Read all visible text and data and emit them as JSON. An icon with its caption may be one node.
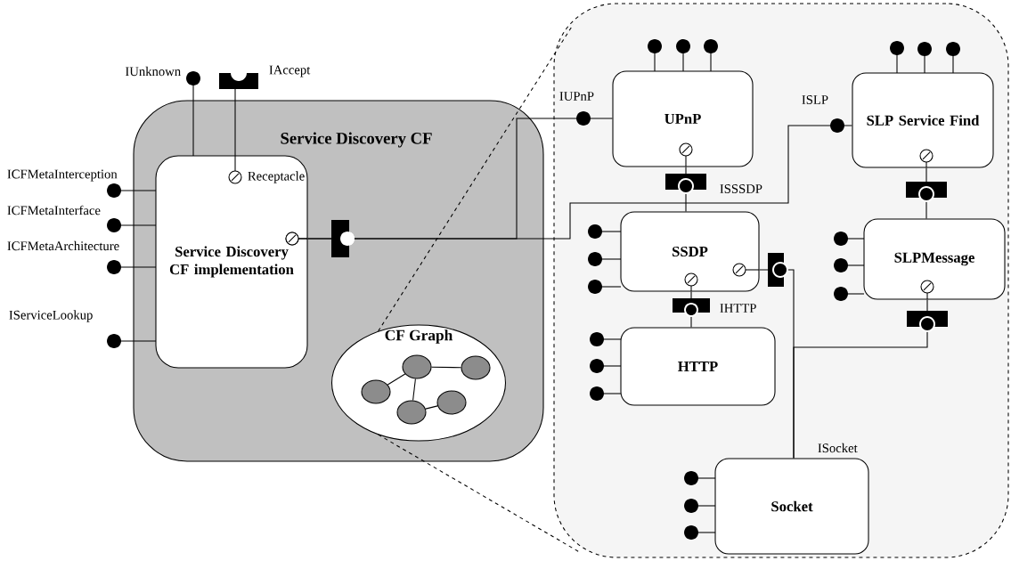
{
  "diagram": {
    "nodes": [
      {
        "text": [
          "Service Discovery CF"
        ]
      },
      {
        "text": [
          "Service Discovery CF implementation"
        ],
        "in": 0
      },
      {
        "text": [
          "CF Graph"
        ],
        "in": 0
      },
      {
        "text": [],
        "shape": "circle",
        "in": 2
      },
      {
        "text": [],
        "shape": "circle",
        "in": 2
      },
      {
        "text": [],
        "shape": "circle",
        "in": 2
      },
      {
        "text": [],
        "shape": "circle",
        "in": 2
      },
      {
        "text": [],
        "shape": "circle",
        "in": 2
      },
      {
        "text": [],
        "shape": "box"
      },
      {
        "text": [
          "UPnP"
        ],
        "in": 8
      },
      {
        "text": [
          "SLP Service Find"
        ],
        "in": 8
      },
      {
        "text": [
          "SSDP"
        ],
        "in": 8
      },
      {
        "text": [
          "SLPMessage"
        ],
        "in": 8
      },
      {
        "text": [
          "HTTP"
        ],
        "in": 8
      },
      {
        "text": [
          "Socket"
        ],
        "in": 8,
        "beside": [
          "ISocket"
        ]
      }
    ],
    "edges": [
      {
        "from": 5,
        "to": 7,
        "arrow": "none"
      },
      {
        "from": 5,
        "to": 3,
        "arrow": "none"
      },
      {
        "from": 5,
        "to": 4,
        "arrow": "none"
      },
      {
        "from": 4,
        "to": 6,
        "arrow": "none"
      },
      {
        "from": 2,
        "to": 8,
        "arrow": "none",
        "style": "dashed"
      },
      {
        "from": 2,
        "to": 8,
        "arrow": "none",
        "style": "dashed"
      },
      {
        "from": 1,
        "to": 9,
        "arrow": "other"
      },
      {
        "from": 1,
        "to": 10,
        "arrow": "other"
      },
      {
        "from": 9,
        "to": 11,
        "arrow": "other"
      },
      {
        "from": 10,
        "to": 12,
        "arrow": "other"
      },
      {
        "from": 11,
        "to": 13,
        "arrow": "other"
      },
      {
        "from": 11,
        "to": 14,
        "arrow": "other"
      },
      {
        "from": 12,
        "to": 14,
        "arrow": "other"
      }
    ],
    "labels": [
      "IUnknown",
      "IAccept",
      "IUPnP",
      "ISLP",
      "ICFMetaInterception",
      "Receptacle",
      "ISSSDP",
      "ICFMetaInterface",
      "ICFMetaArchitecture",
      "IHTTP",
      "IServiceLookup"
    ]
  }
}
